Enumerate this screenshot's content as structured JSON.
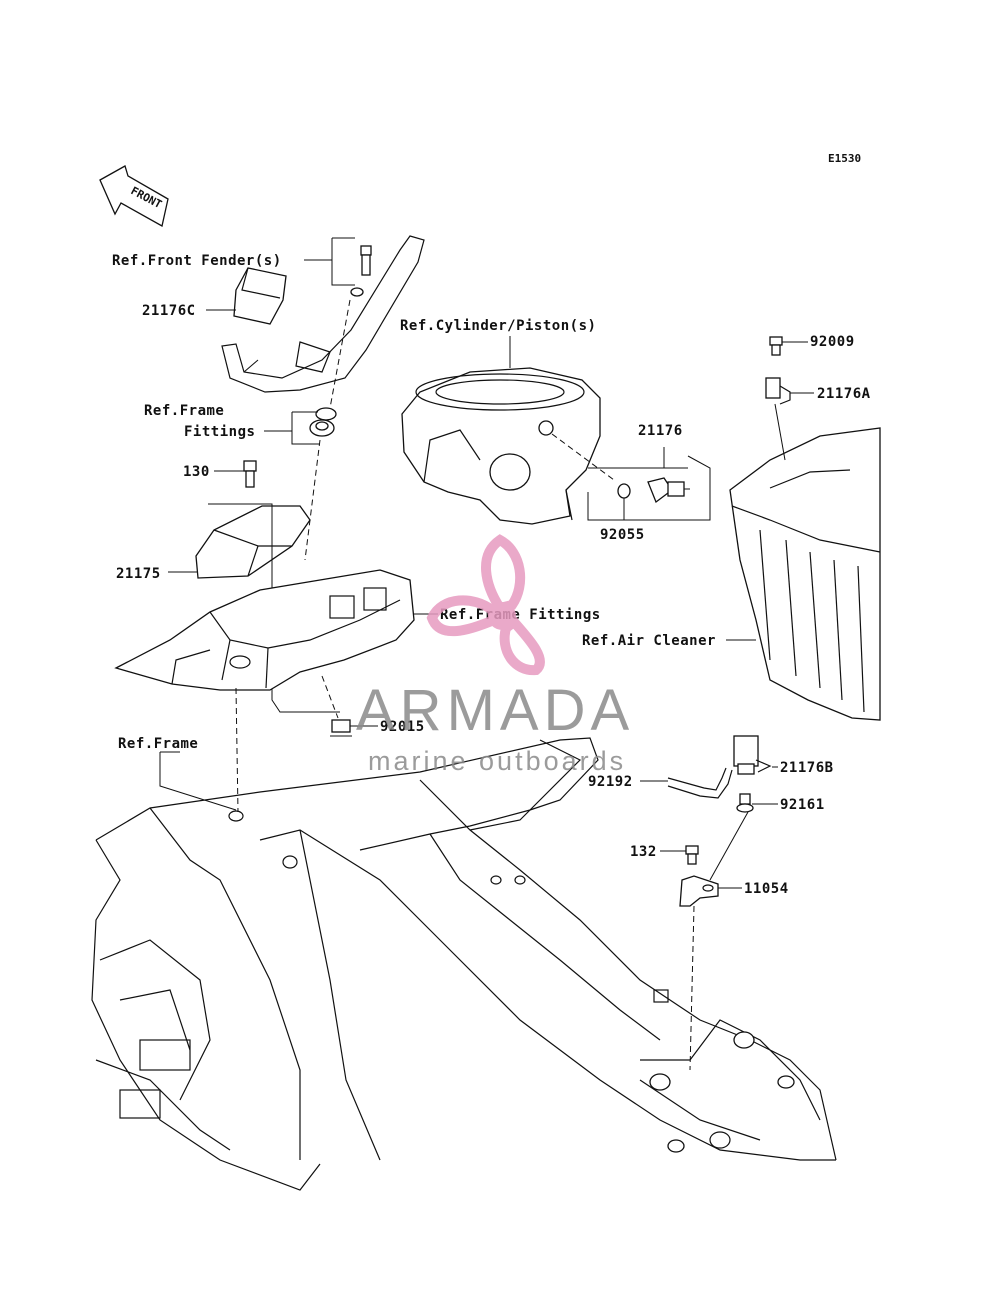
{
  "diagram_code": "E1530",
  "front_arrow_text": "FRONT",
  "labels": {
    "ref_front_fender": "Ref.Front Fender(s)",
    "p21176c": "21176C",
    "ref_cylinder_piston": "Ref.Cylinder/Piston(s)",
    "p92009": "92009",
    "p21176a": "21176A",
    "ref_frame_fittings_1_line1": "Ref.Frame",
    "ref_frame_fittings_1_line2": "Fittings",
    "p21176": "21176",
    "p130": "130",
    "p92055": "92055",
    "p21175": "21175",
    "ref_frame_fittings_2": "Ref.Frame Fittings",
    "ref_air_cleaner": "Ref.Air Cleaner",
    "p92015": "92015",
    "ref_frame": "Ref.Frame",
    "p21176b": "21176B",
    "p92192": "92192",
    "p92161": "92161",
    "p132": "132",
    "p11054": "11054"
  },
  "watermark": {
    "brand": "ARMADA",
    "tagline": "marine outboards",
    "logo_color": "#e79bc0",
    "text_color": "#8a8a8a"
  }
}
